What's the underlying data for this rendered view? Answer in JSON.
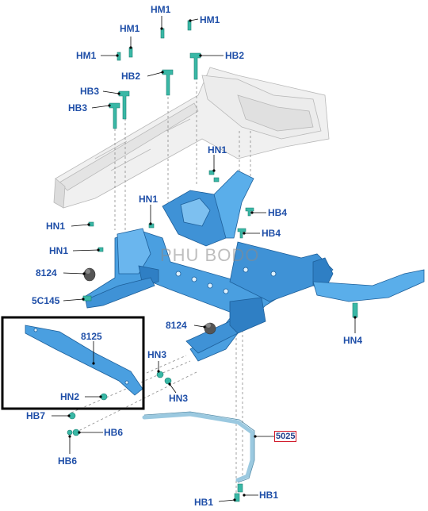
{
  "watermark": "PHU BODO",
  "highlight_color": "#d01a2a",
  "label_color": "#1f4fa8",
  "part_color": "#4a9fe0",
  "fastener_color": "#39b8a6",
  "callouts": {
    "hm1_top": "HM1",
    "hm1_right": "HM1",
    "hm1_mid": "HM1",
    "hm1_left": "HM1",
    "hb2_left": "HB2",
    "hb2_right": "HB2",
    "hb3_upper": "HB3",
    "hb3_lower": "HB3",
    "hn1_upper": "HN1",
    "hn1_mid": "HN1",
    "hn1_left_a": "HN1",
    "hn1_left_b": "HN1",
    "hb4_upper": "HB4",
    "hb4_lower": "HB4",
    "p8124_left": "8124",
    "p8124_right": "8124",
    "p5c145": "5C145",
    "p8125": "8125",
    "hn2": "HN2",
    "hn3_upper": "HN3",
    "hn3_lower": "HN3",
    "hn4": "HN4",
    "hb7": "HB7",
    "hb6_right": "HB6",
    "hb6_lower": "HB6",
    "p5025": "5025",
    "hb1_right": "HB1",
    "hb1_left": "HB1"
  }
}
